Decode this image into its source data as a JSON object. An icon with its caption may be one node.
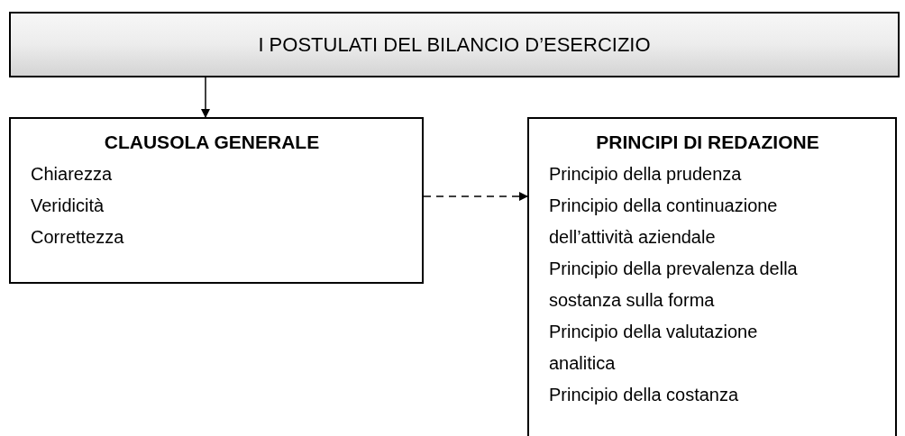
{
  "diagram": {
    "nodes": [
      {
        "text": [
          "I POSTULATI DEL BILANCIO D’ESERCIZIO"
        ]
      },
      {
        "text": [
          "CLAUSOLA GENERALE",
          "Chiarezza",
          "Veridicità",
          "Correttezza"
        ]
      },
      {
        "text": [
          "PRINCIPI DI REDAZIONE",
          "Principio della prudenza",
          "Principio della continuazione dell’attività aziendale",
          "Principio della prevalenza della sostanza sulla forma",
          "Principio della valutazione analitica",
          "Principio della costanza"
        ]
      }
    ],
    "edges": [
      {
        "from": 0,
        "to": 1,
        "arrow": "to"
      },
      {
        "from": 1,
        "to": 2,
        "arrow": "to",
        "style": "dashed"
      }
    ]
  }
}
